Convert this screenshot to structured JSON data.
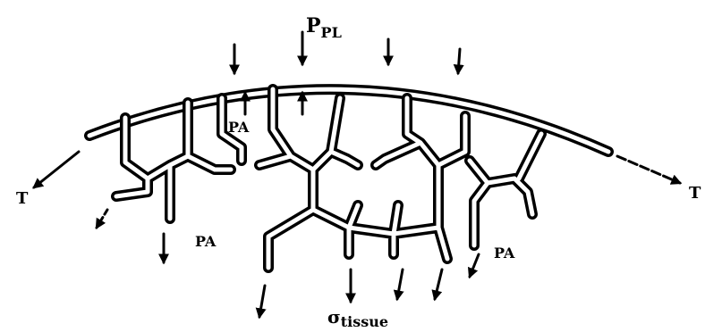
{
  "labels": {
    "pleural_pressure": "P",
    "pleural_pressure_sub": "PL",
    "alveolar_pressure_upper": "PA",
    "alveolar_pressure_left": "PA",
    "alveolar_pressure_right": "PA",
    "tension_left": "T",
    "tension_right": "T",
    "tissue_stress_symbol": "σ",
    "tissue_stress_sub": "tissue"
  }
}
